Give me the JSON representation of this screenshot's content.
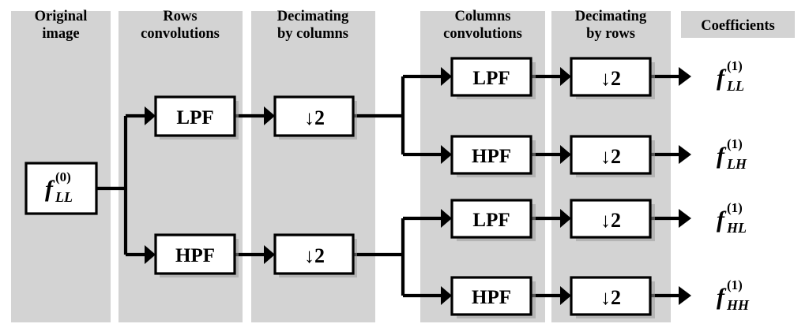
{
  "figure": {
    "title": "Two-dimensional discrete wavelet transform one-level decomposition block diagram",
    "background_color": "#ffffff",
    "panel_color": "#d3d3d3",
    "line_color": "#000000",
    "box_fill": "#ffffff"
  },
  "columns": [
    {
      "id": "original-image",
      "header_line1": "Original",
      "header_line2": "image"
    },
    {
      "id": "rows-convolutions",
      "header_line1": "Rows",
      "header_line2": "convolutions"
    },
    {
      "id": "decimating-columns",
      "header_line1": "Decimating",
      "header_line2": "by columns"
    },
    {
      "id": "columns-convolutions",
      "header_line1": "Columns",
      "header_line2": "convolutions"
    },
    {
      "id": "decimating-rows",
      "header_line1": "Decimating",
      "header_line2": "by rows"
    },
    {
      "id": "coefficients",
      "header_line1": "Coefficients",
      "header_line2": ""
    }
  ],
  "source_block": {
    "name": "input-image-block",
    "symbol": "f",
    "superscript": "(0)",
    "subscript": "LL"
  },
  "rows_convolution_blocks": [
    {
      "name": "rows-lpf-block",
      "label": "LPF"
    },
    {
      "name": "rows-hpf-block",
      "label": "HPF"
    }
  ],
  "decimate_columns_blocks": [
    {
      "name": "decimate-col-top-block",
      "label": "↓2"
    },
    {
      "name": "decimate-col-bottom-block",
      "label": "↓2"
    }
  ],
  "columns_convolution_blocks": [
    {
      "name": "cols-lpf-block-1",
      "label": "LPF"
    },
    {
      "name": "cols-hpf-block-1",
      "label": "HPF"
    },
    {
      "name": "cols-lpf-block-2",
      "label": "LPF"
    },
    {
      "name": "cols-hpf-block-2",
      "label": "HPF"
    }
  ],
  "decimate_rows_blocks": [
    {
      "name": "decimate-row-block-1",
      "label": "↓2"
    },
    {
      "name": "decimate-row-block-2",
      "label": "↓2"
    },
    {
      "name": "decimate-row-block-3",
      "label": "↓2"
    },
    {
      "name": "decimate-row-block-4",
      "label": "↓2"
    }
  ],
  "coefficients": [
    {
      "name": "coefficient-ll",
      "symbol": "f",
      "superscript": "(1)",
      "subscript": "LL"
    },
    {
      "name": "coefficient-lh",
      "symbol": "f",
      "superscript": "(1)",
      "subscript": "LH"
    },
    {
      "name": "coefficient-hl",
      "symbol": "f",
      "superscript": "(1)",
      "subscript": "HL"
    },
    {
      "name": "coefficient-hh",
      "symbol": "f",
      "superscript": "(1)",
      "subscript": "HH"
    }
  ]
}
